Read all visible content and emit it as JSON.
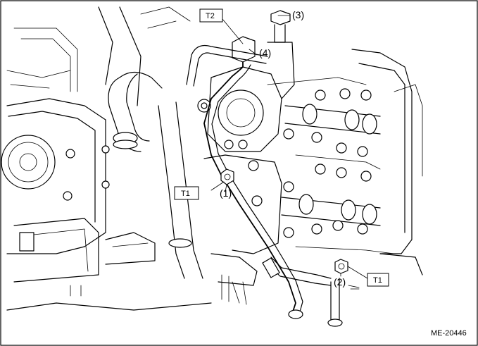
{
  "callouts": {
    "c1": "(1)",
    "c2": "(2)",
    "c3": "(3)",
    "c4": "(4)"
  },
  "torque_labels": {
    "t1_left": "T1",
    "t1_right": "T1",
    "t2": "T2"
  },
  "reference_code": "ME-20446"
}
